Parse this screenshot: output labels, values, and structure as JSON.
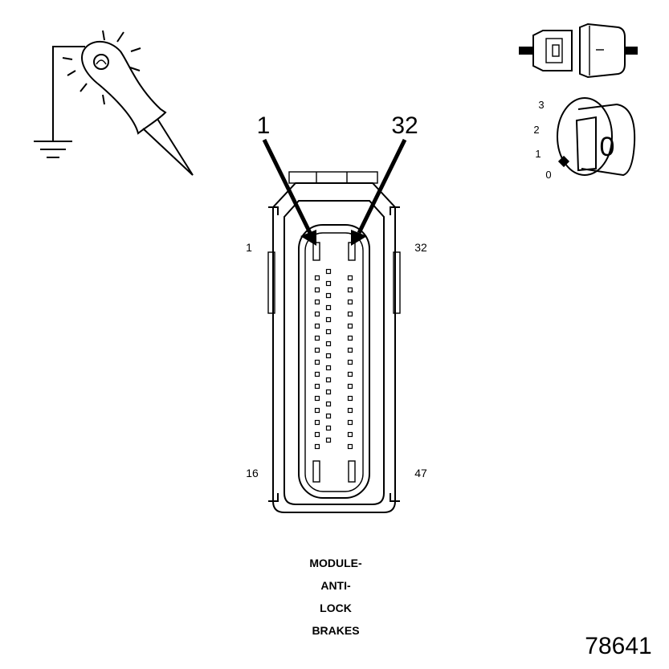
{
  "callouts": {
    "left_arrow_label": "1",
    "right_arrow_label": "32"
  },
  "pin_labels": {
    "top_left": "1",
    "top_right": "32",
    "bottom_left": "16",
    "bottom_right": "47"
  },
  "ignition": {
    "positions": [
      "3",
      "2",
      "1",
      "0"
    ],
    "key_label": "0"
  },
  "module_label": [
    "MODULE-",
    "ANTI-",
    "LOCK",
    "BRAKES"
  ],
  "figure_number": "78641",
  "connector": {
    "left_column_pins": 15,
    "right_column_pins": 15
  },
  "icons": [
    "ground-symbol-icon",
    "test-light-probe-icon",
    "disconnected-connector-icon",
    "ignition-key-icon"
  ]
}
